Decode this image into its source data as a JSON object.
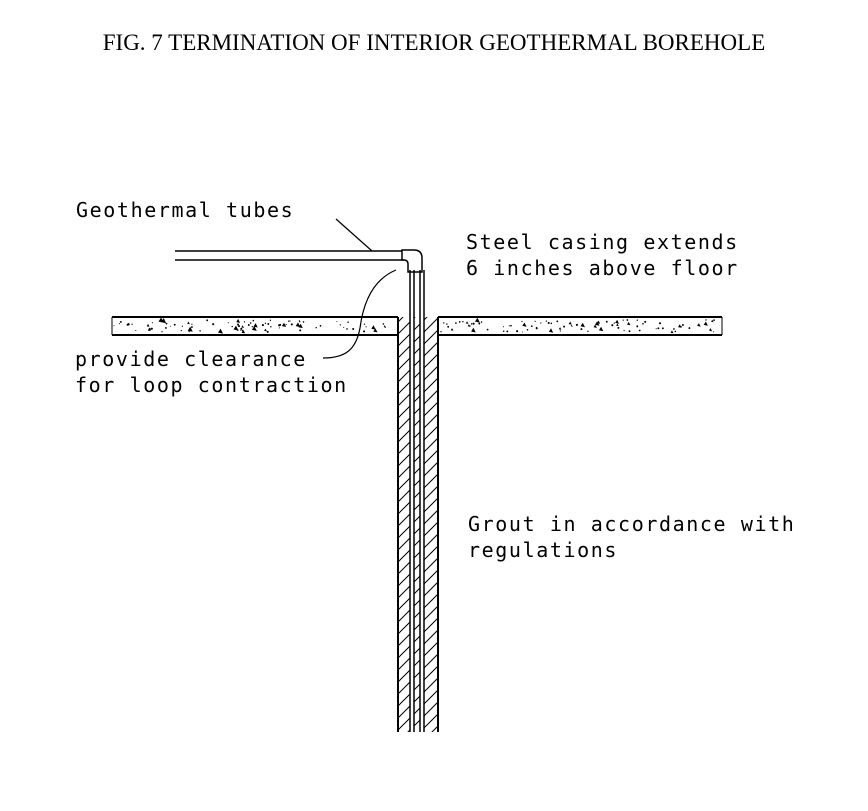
{
  "figure": {
    "title": "FIG. 7 TERMINATION OF INTERIOR GEOTHERMAL BOREHOLE"
  },
  "labels": {
    "geothermal_tubes": "Geothermal tubes",
    "steel_casing_line1": "Steel casing extends",
    "steel_casing_line2": "6 inches above floor",
    "clearance_line1": "provide clearance",
    "clearance_line2": "for loop contraction",
    "grout_line1": "Grout in accordance with",
    "grout_line2": "regulations"
  },
  "colors": {
    "ink": "#000000",
    "background": "#ffffff"
  }
}
